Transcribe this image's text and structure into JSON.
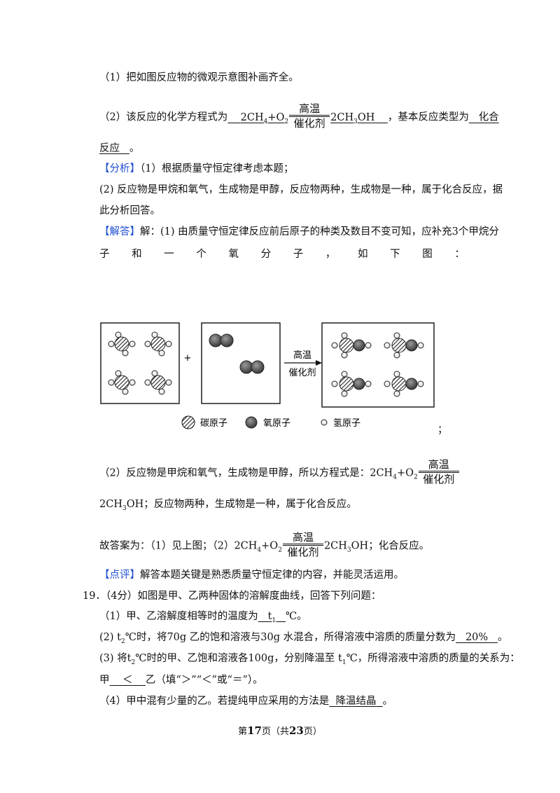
{
  "lines": {
    "q1": "（1）把如图反应物的微观示意图补画齐全。",
    "q2_prefix": "（2）该反应的化学方程式为",
    "q2_ans_left": "2CH",
    "q2_ans_mid": "+O",
    "q2_ans_right": "2CH",
    "q2_ans_right_tail": "OH",
    "q2_mid": "，基本反应类型为",
    "q2_type_a": "化合",
    "q2_type_b": "反应",
    "q2_end": "。",
    "analysis_tag": "【分析】",
    "analysis_1": "（1）根据质量守恒定律考虑本题；",
    "analysis_2": "(2) 反应物是甲烷和氧气，生成物是甲醇，反应物两种，生成物是一种，属于化合反应，据",
    "analysis_3": "此分析回答。",
    "solution_tag": "【解答】",
    "solution_1": "解：(1) 由质量守恒定律反应前后原子的种类及数目不变可知，应补充3个甲烷分",
    "solution_spread": [
      "子",
      "和",
      "一",
      "个",
      "氧",
      "分",
      "子",
      "，",
      "如",
      "下",
      "图",
      "："
    ],
    "semicolon": "；",
    "sol2_a": "（2）反应物是甲烷和氧气，生成物是甲醇，所以方程式是：2CH",
    "sol2_a_mid": "+O",
    "sol2_b": "2CH",
    "sol2_b_tail": "OH；反应物两种，生成物是一种，属于化合反应。",
    "answer_a": "故答案为：（1）见上图；（2）2CH",
    "answer_mid": "+O",
    "answer_b": "2CH",
    "answer_tail": "OH；化合反应。",
    "review_tag": "【点评】",
    "review": "解答本题关键是熟悉质量守恒定律的内容，并能灵活运用。",
    "q19": "19．（4分）如图是甲、乙两种固体的溶解度曲线，回答下列问题：",
    "q19_1a": "（1）甲、乙溶解度相等时的温度为",
    "q19_1_ans": "t",
    "q19_1_ans_sub": "1",
    "q19_1b": "℃。",
    "q19_2a": "(2) t",
    "q19_2a_sub": "2",
    "q19_2b": "℃时，将70g 乙的饱和溶液与30g 水混合，所得溶液中溶质的质量分数为",
    "q19_2_ans": "20%",
    "q19_2c": "。",
    "q19_3a": "(3) 将t",
    "q19_3a_sub": "2",
    "q19_3b": "℃时的甲、乙饱和溶液各100g，分别降温至 t",
    "q19_3b_sub": "1",
    "q19_3c": "℃，所得溶液中溶质的质量的关系为：",
    "q19_3d_a": "甲",
    "q19_3_ans": "＜",
    "q19_3d_b": "乙（填“＞”“＜”或“＝”）。",
    "q19_4a": "（4）甲中混有少量的乙。若提纯甲应采用的方法是",
    "q19_4_ans": "降温结晶",
    "q19_4b": "。"
  },
  "subs": {
    "four": "4",
    "two": "2",
    "three": "3"
  },
  "condition": {
    "top": "高温",
    "bottom": "催化剂"
  },
  "diagram": {
    "plus": "+",
    "arrow_top": "高温",
    "arrow_bottom": "催化剂",
    "legend": [
      {
        "name": "carbon",
        "label": "碳原子"
      },
      {
        "name": "oxygen",
        "label": "氧原子"
      },
      {
        "name": "hydrogen",
        "label": "氢原子"
      }
    ]
  },
  "footer": {
    "pre": "第",
    "page": "17",
    "mid": "页（共",
    "total": "23",
    "post": "页）"
  }
}
